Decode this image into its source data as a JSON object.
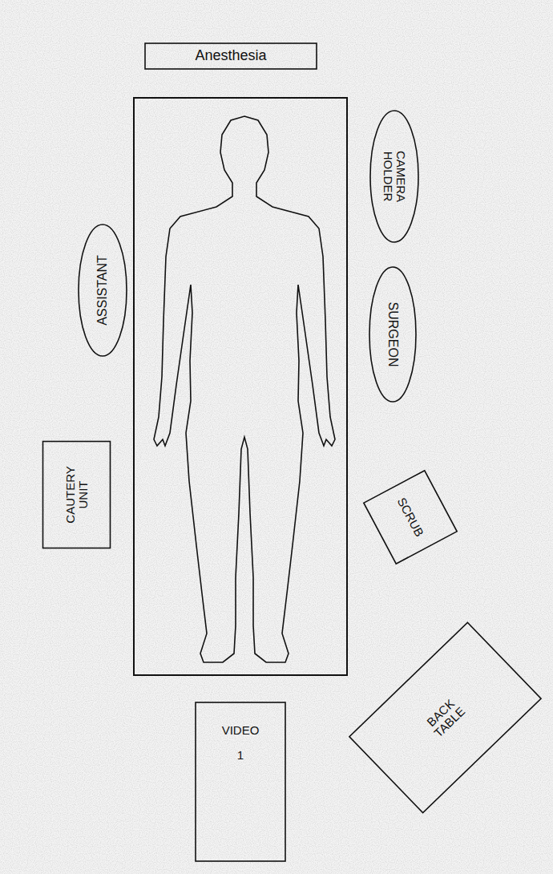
{
  "diagram": {
    "nodes": [
      {
        "text": [
          "Anesthesia"
        ]
      },
      {
        "text": [
          "CAMERA HOLDER"
        ]
      },
      {
        "text": [
          "ASSISTANT"
        ]
      },
      {
        "text": [
          "SURGEON"
        ]
      },
      {
        "text": [
          "CAUTERY UNIT"
        ]
      },
      {
        "text": [
          "SCRUB"
        ]
      },
      {
        "text": [
          "VIDEO",
          "1"
        ]
      },
      {
        "text": [
          "BACK TABLE"
        ]
      }
    ]
  }
}
